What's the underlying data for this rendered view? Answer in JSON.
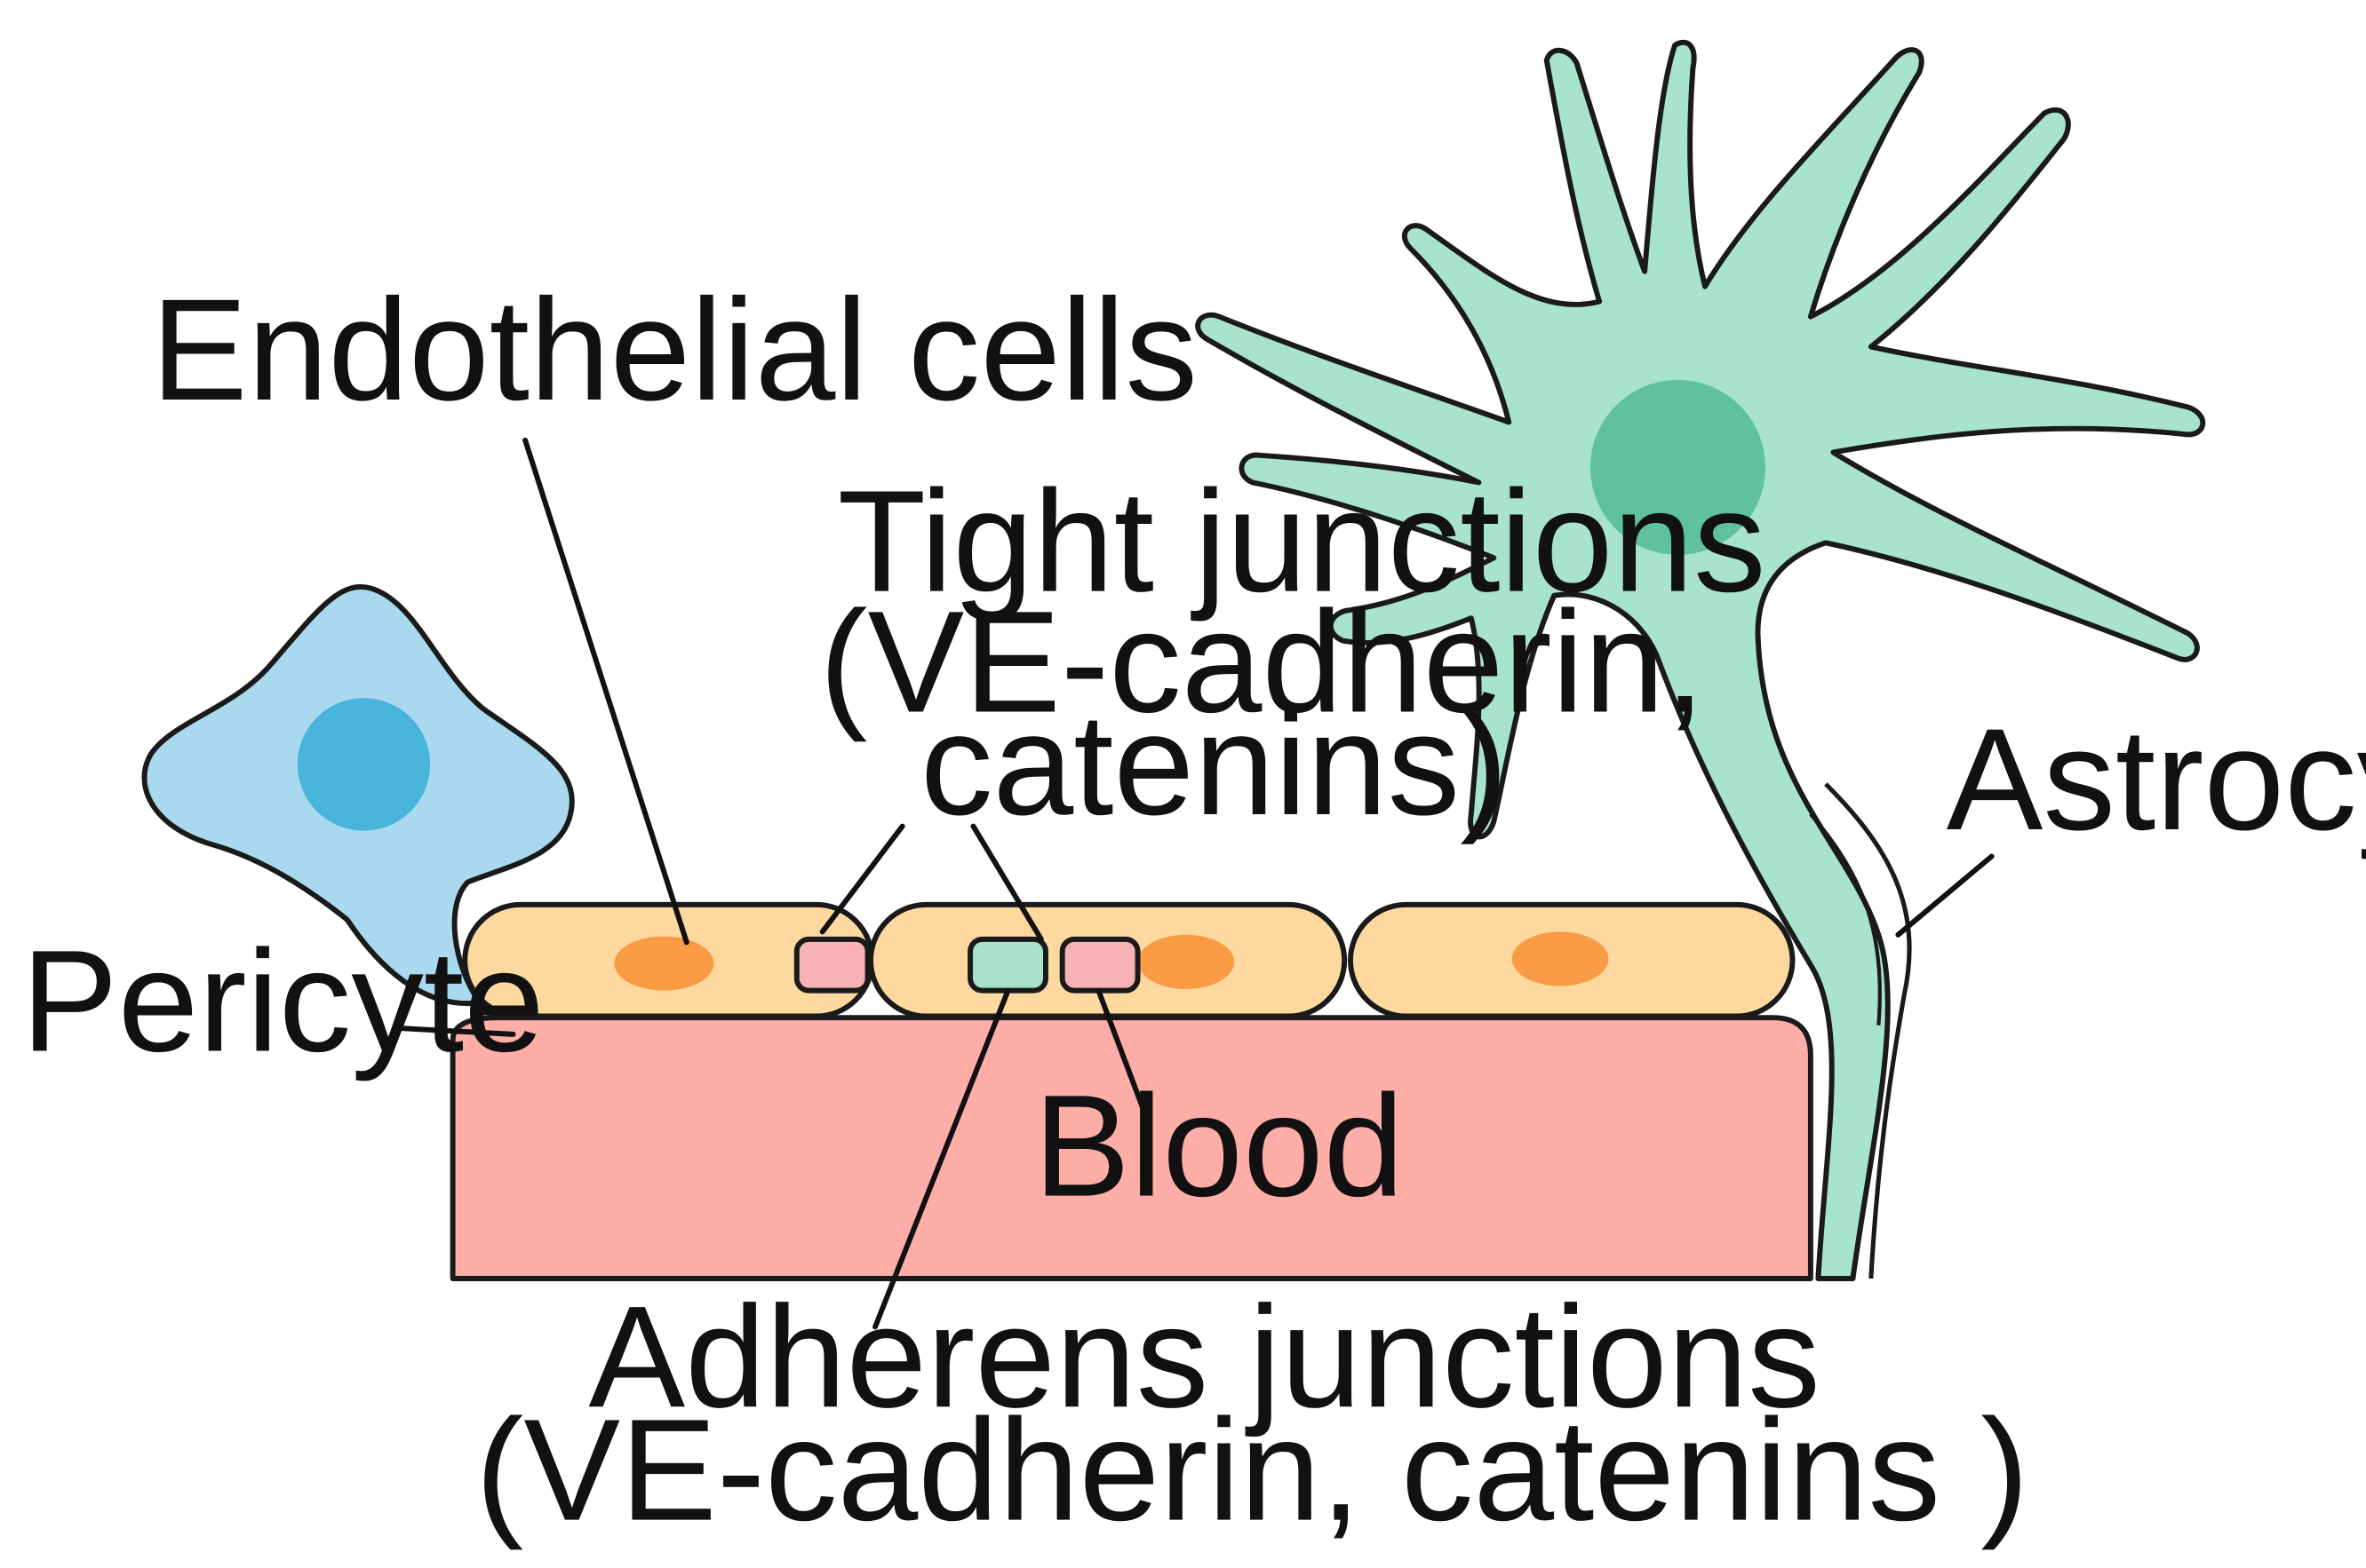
{
  "labels": {
    "endothelial": "Endothelial cells",
    "tight_line1": "Tight junctions",
    "tight_line2": "(VE-cadherin,",
    "tight_line3": "catenins)",
    "astrocyte": "Astrocyte",
    "pericyte": "Pericyte",
    "blood": "Blood",
    "adherens_line1": "Adherens junctions",
    "adherens_line2": "(VE-cadherin, catenins )"
  },
  "colors": {
    "blood": "#ffaea7",
    "endothelial_cell": "#fdd9a0",
    "endothelial_nucleus": "#f99c45",
    "pericyte_body": "#a9d9ee",
    "pericyte_nucleus": "#4ab5db",
    "astrocyte_body": "#a8e3cc",
    "astrocyte_nucleus": "#5fc29c",
    "tight_junction": "#f8b2b6",
    "adherens_junction": "#a6e3c8"
  }
}
